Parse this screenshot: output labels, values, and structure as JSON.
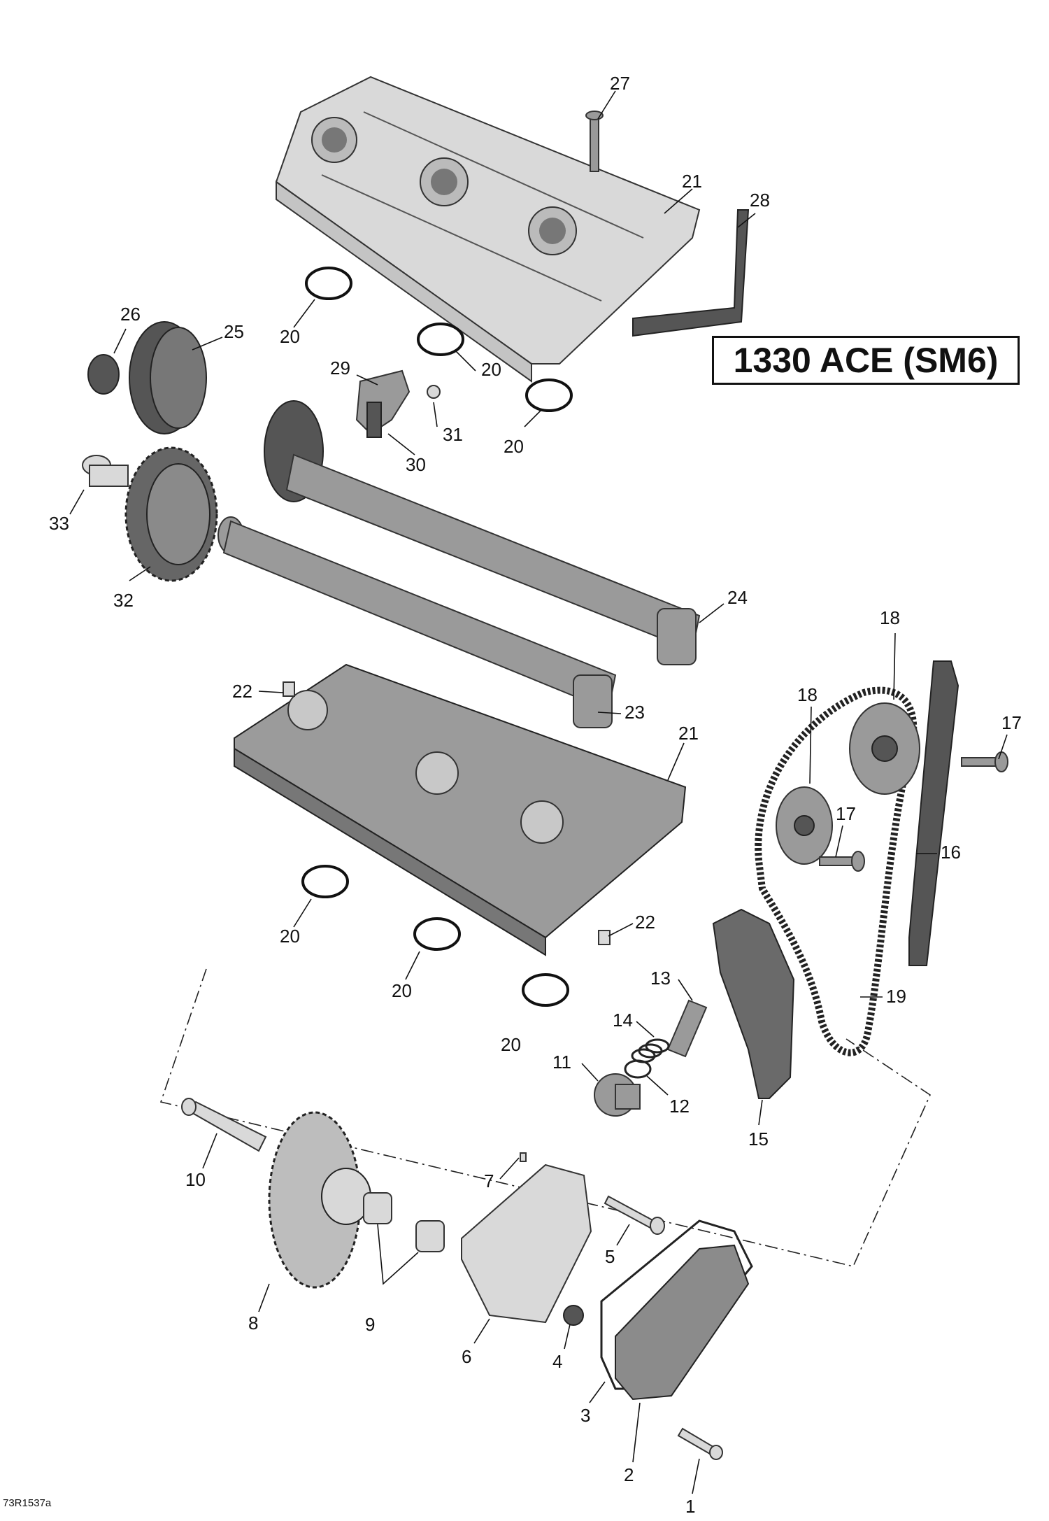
{
  "title": "1330 ACE (SM6)",
  "figure_ref": "73R1537a",
  "callouts": [
    "27",
    "21",
    "28",
    "20",
    "20",
    "20",
    "26",
    "25",
    "29",
    "31",
    "30",
    "33",
    "32",
    "24",
    "18",
    "18",
    "17",
    "22",
    "23",
    "21",
    "17",
    "16",
    "20",
    "22",
    "20",
    "20",
    "13",
    "19",
    "14",
    "11",
    "12",
    "15",
    "10",
    "7",
    "5",
    "8",
    "9",
    "6",
    "4",
    "3",
    "2",
    "1"
  ]
}
